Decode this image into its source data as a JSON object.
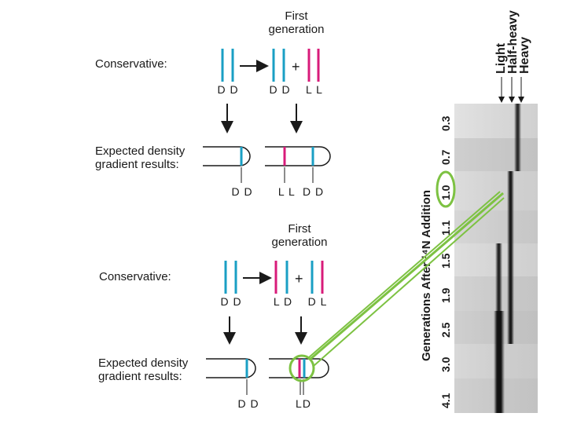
{
  "top_panel": {
    "generation_label": "First\ngeneration",
    "model_label": "Conservative:",
    "parent_label": "D D",
    "product_left_label": "D D",
    "product_right_label": "L L",
    "plus": "+",
    "results_label": "Expected density\ngradient results:",
    "result_left_label": "D D",
    "result_right_label": "L L  D D"
  },
  "bottom_panel": {
    "generation_label": "First\ngeneration",
    "model_label": "Conservative:",
    "parent_label": "D D",
    "product_left_label": "L D",
    "product_right_label": "D L",
    "plus": "+",
    "results_label": "Expected density\ngradient results:",
    "result_left_label": "D D",
    "result_right_label": "LD"
  },
  "gel": {
    "band_labels": [
      "Light",
      "Half-heavy",
      "Heavy"
    ],
    "axis_label": "Generations After ¹⁴N Addition",
    "generations": [
      "0.3",
      "0.7",
      "1.0",
      "1.1",
      "1.5",
      "1.9",
      "2.5",
      "3.0",
      "4.1"
    ],
    "circled_generation": "1.0"
  },
  "colors": {
    "heavy_strand": "#1a9fc4",
    "light_strand": "#d81b7a",
    "highlight": "#7dc242",
    "arrow": "#1a1a1a"
  }
}
